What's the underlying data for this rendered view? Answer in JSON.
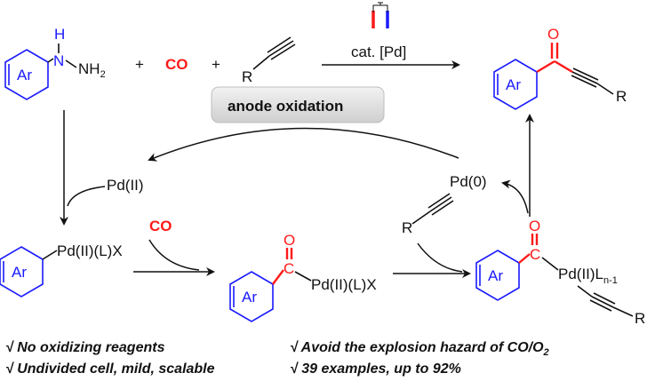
{
  "reactants": {
    "ar_label": "Ar",
    "hydrazine_h": "H",
    "hydrazine_n": "N",
    "hydrazine_nh2": "NH",
    "hydrazine_sub": "2",
    "plus": "+",
    "co": "CO",
    "alkyne_r": "R"
  },
  "conditions": {
    "catalyst": "cat. [Pd]",
    "electrochem": "anode  oxidation"
  },
  "product": {
    "ar_label": "Ar",
    "oxygen": "O",
    "r_label": "R"
  },
  "cycle": {
    "pd2": "Pd(II)",
    "pd0": "Pd(0)",
    "aryl_pd": "Pd(II)(L)X",
    "co_insert": "CO",
    "acyl_c": "C",
    "acyl_o": "O",
    "acyl_pd": "Pd(II)(L)X",
    "alkyne_r": "R",
    "final_c": "C",
    "final_o": "O",
    "final_pd": "Pd(II)L",
    "final_sub": "n-1",
    "final_r": "R",
    "ar_label": "Ar"
  },
  "features": [
    "√ No oxidizing reagents",
    "√ Avoid the explosion hazard of CO/O",
    "√ Undivided cell, mild, scalable",
    "√ 39 examples, up to 92%"
  ],
  "feature_sub": "2",
  "colors": {
    "aryl": "#1a1aff",
    "highlight": "#ff1a1a",
    "ink": "#111111",
    "badge": "#e8e8e8"
  }
}
